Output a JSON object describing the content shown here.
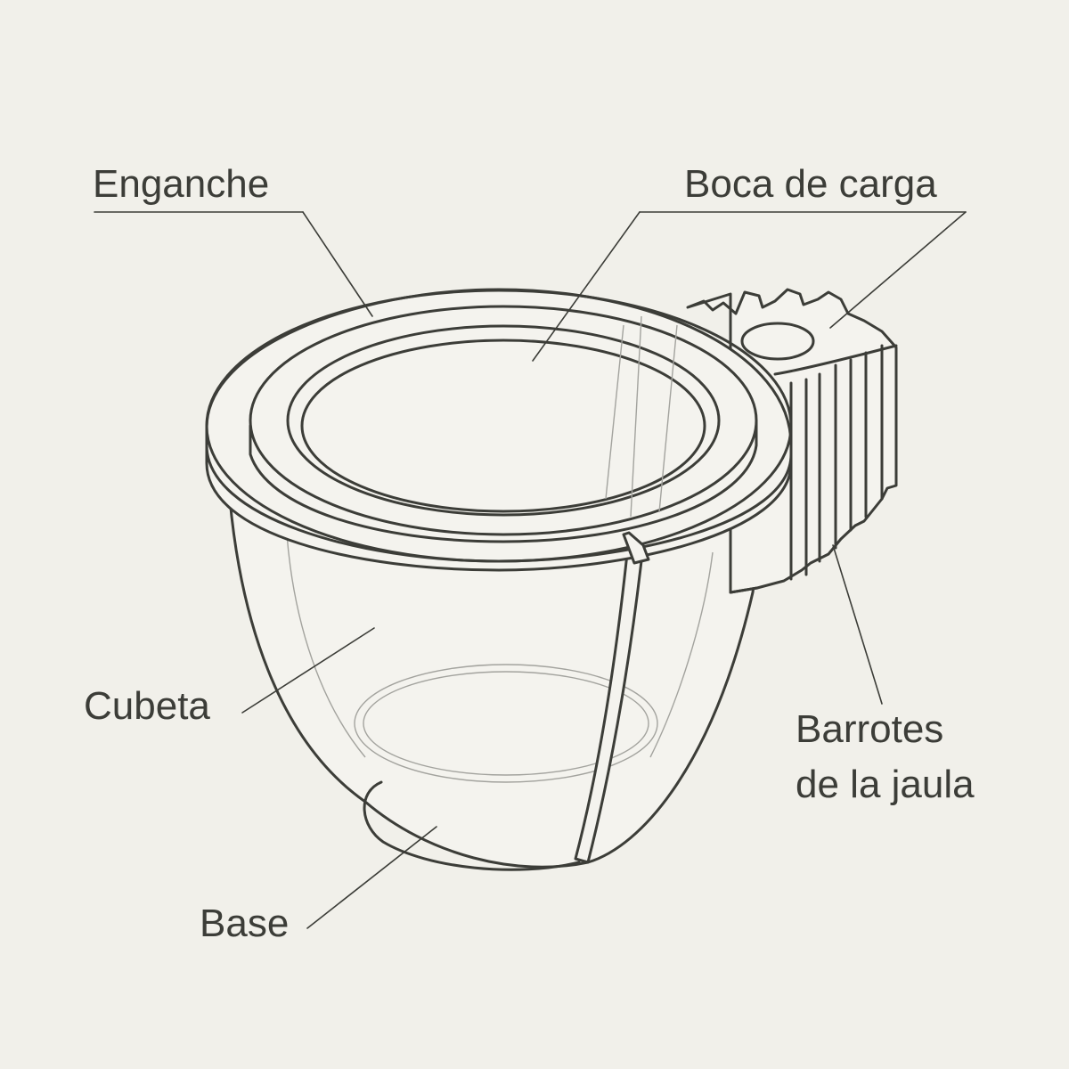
{
  "labels": {
    "enganche": "Enganche",
    "boca": "Boca de carga",
    "cubeta": "Cubeta",
    "barrotes_1": "Barrotes",
    "barrotes_2": "de la jaula",
    "base": "Base"
  },
  "colors": {
    "background": "#f1f0ea",
    "ink": "#3c3d38",
    "faint_ink": "#8f8f8a"
  }
}
